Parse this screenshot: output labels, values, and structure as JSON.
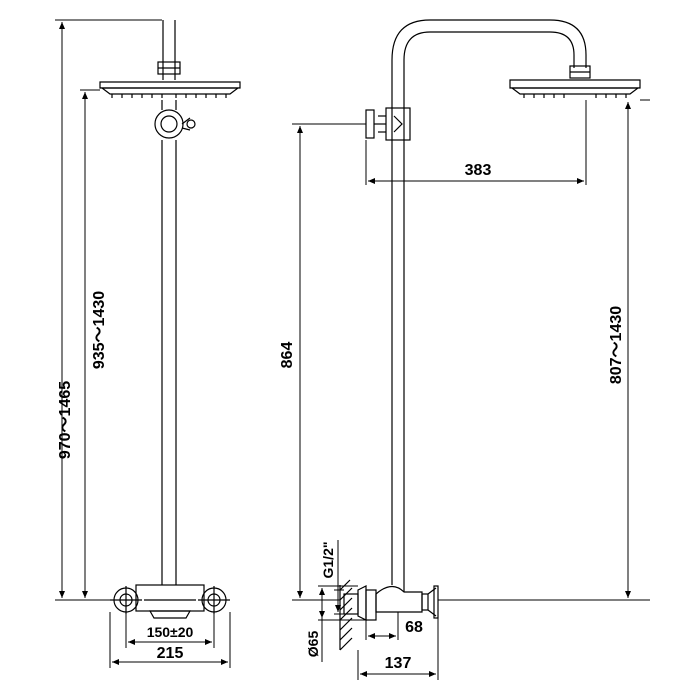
{
  "drawing": {
    "front_view": {
      "overall_height": "970～1465",
      "head_height": "935～1430",
      "inlet_spacing": "150±20",
      "overall_width": "215"
    },
    "side_view": {
      "arm_reach": "383",
      "valve_height": "864",
      "head_height": "807～1430",
      "inlet_thread": "G1/2\"",
      "flange_diameter": "Ø65",
      "depth_short": "68",
      "depth_total": "137"
    }
  }
}
